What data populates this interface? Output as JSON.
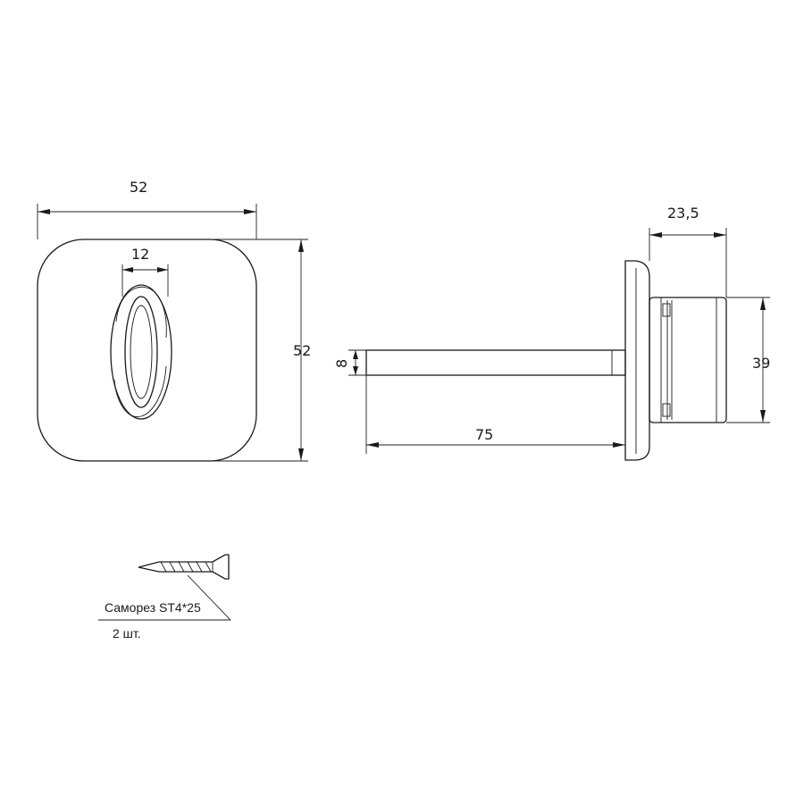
{
  "dimensions": {
    "plate_width": "52",
    "plate_height": "52",
    "slot_width": "12",
    "spindle_diameter": "8",
    "spindle_length": "75",
    "knob_length": "23,5",
    "knob_diameter": "39"
  },
  "screw_note": {
    "label": "Саморез ST4*25",
    "quantity": "2 шт."
  }
}
